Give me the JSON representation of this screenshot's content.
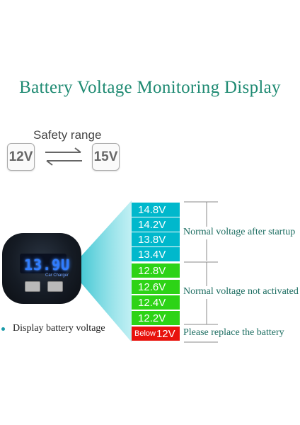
{
  "title": "Battery Voltage Monitoring Display",
  "safety_range": {
    "label": "Safety range",
    "low": "12V",
    "high": "15V"
  },
  "device": {
    "display_value": "13.9U",
    "sub_label": "Car Charger"
  },
  "caption": "Display battery voltage",
  "levels": [
    {
      "value": "14.8V",
      "color": "#00b8cc"
    },
    {
      "value": "14.2V",
      "color": "#00b8cc"
    },
    {
      "value": "13.8V",
      "color": "#00b8cc"
    },
    {
      "value": "13.4V",
      "color": "#00b8cc"
    },
    {
      "value": "12.8V",
      "color": "#2dd316"
    },
    {
      "value": "12.6V",
      "color": "#2dd316"
    },
    {
      "value": "12.4V",
      "color": "#2dd316"
    },
    {
      "value": "12.2V",
      "color": "#2dd316"
    }
  ],
  "below": {
    "prefix": "Below",
    "value": "12V",
    "color": "#e8120c"
  },
  "groups": {
    "startup": "Normal voltage after startup",
    "not_activated": "Normal voltage not activated",
    "replace": "Please replace the battery"
  },
  "colors": {
    "title": "#1e8a72",
    "accent": "#1a9aa8"
  },
  "icons": [
    "exchange-arrows-icon",
    "bullet-dot-icon"
  ]
}
